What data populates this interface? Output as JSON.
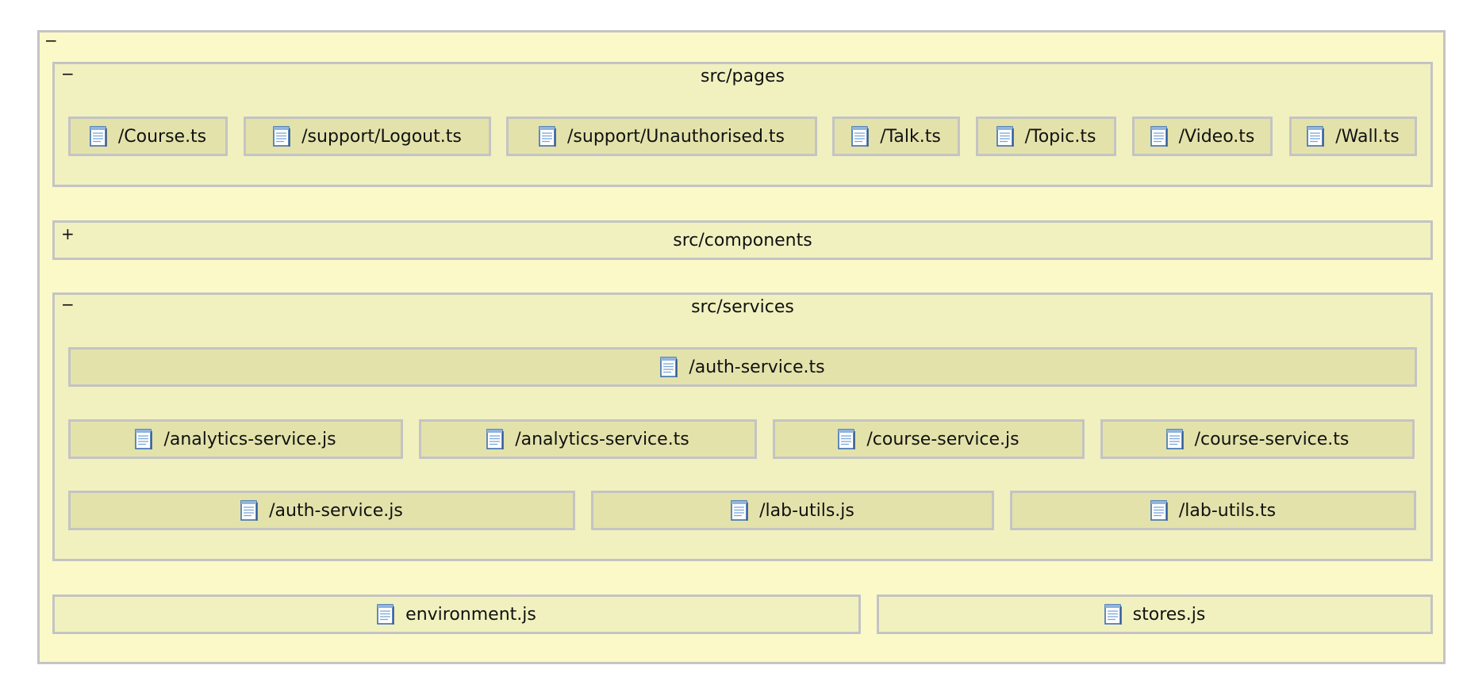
{
  "root": {
    "toggle": "−"
  },
  "pages": {
    "title": "src/pages",
    "toggle": "−",
    "files": [
      "/Course.ts",
      "/support/Logout.ts",
      "/support/Unauthorised.ts",
      "/Talk.ts",
      "/Topic.ts",
      "/Video.ts",
      "/Wall.ts"
    ]
  },
  "components": {
    "title": "src/components",
    "toggle": "+"
  },
  "services": {
    "title": "src/services",
    "toggle": "−",
    "row1": [
      "/auth-service.ts"
    ],
    "row2": [
      "/analytics-service.js",
      "/analytics-service.ts",
      "/course-service.js",
      "/course-service.ts"
    ],
    "row3": [
      "/auth-service.js",
      "/lab-utils.js",
      "/lab-utils.ts"
    ]
  },
  "root_files": [
    "environment.js",
    "stores.js"
  ],
  "colors": {
    "outer": "#fbf9c8",
    "group": "#f1f1c0",
    "file": "#e3e2ab",
    "border": "#c4c4c4",
    "icon": "#3b6fb5"
  },
  "icons": {
    "file": "document-icon"
  }
}
